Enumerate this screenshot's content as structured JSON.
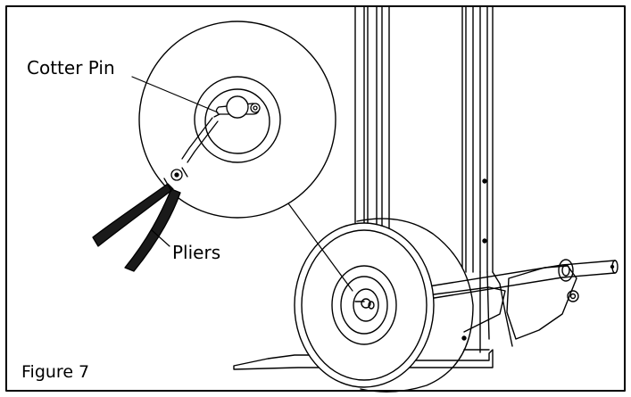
{
  "labels": {
    "cotter_pin": "Cotter Pin",
    "pliers": "Pliers",
    "figure": "Figure 7"
  },
  "colors": {
    "line": "#000000",
    "background": "#ffffff",
    "handle": "#1a1a1a"
  }
}
